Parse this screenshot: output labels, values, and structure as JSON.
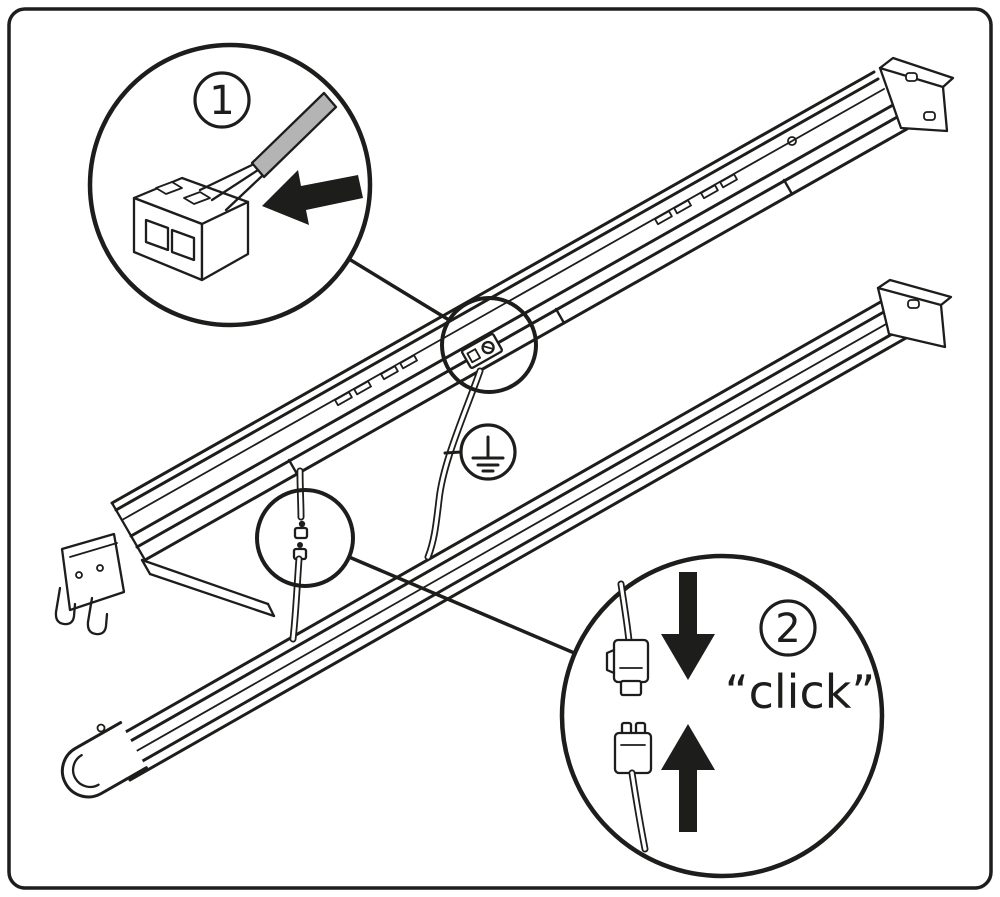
{
  "diagram": {
    "kind": "luminaire-installation-instruction",
    "step_labels": [
      "1",
      "2"
    ],
    "click_label": "“click”",
    "icons": [
      "protective-earth-icon",
      "insert-arrow-icon",
      "arrow-down-icon",
      "arrow-up-icon"
    ]
  },
  "colors": {
    "line": "#1d1d1b",
    "cable_gray": "#b4b4b4",
    "background": "#ffffff"
  }
}
